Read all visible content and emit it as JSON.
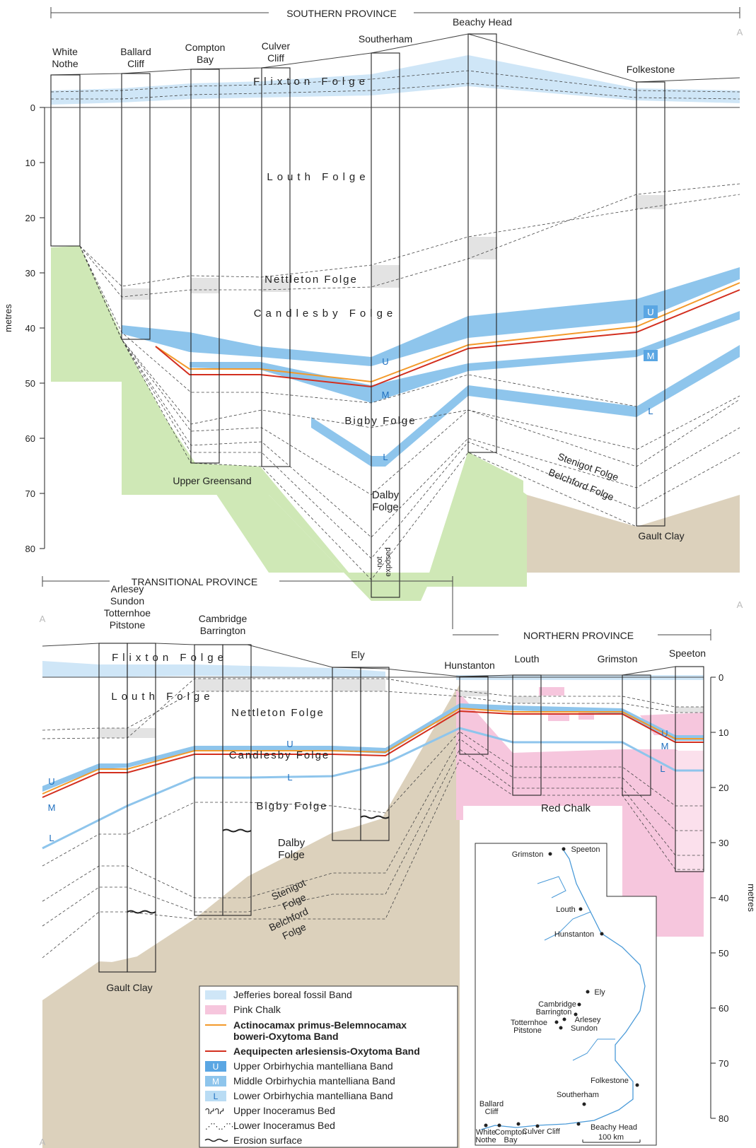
{
  "southern": {
    "title": "SOUTHERN PROVINCE",
    "sections": [
      {
        "l1": "White",
        "l2": "Nothe"
      },
      {
        "l1": "Ballard",
        "l2": "Cliff"
      },
      {
        "l1": "Compton",
        "l2": "Bay"
      },
      {
        "l1": "Culver",
        "l2": "Cliff"
      },
      {
        "l1": "Southerham",
        "l2": ""
      },
      {
        "l1": "Beachy Head",
        "l2": ""
      },
      {
        "l1": "Folkestone",
        "l2": ""
      }
    ],
    "folges": {
      "flixton": "Flixton Folge",
      "louth": "Louth Folge",
      "nettleton": "Nettleton Folge",
      "candlesby": "Candlesby Folge",
      "bigby": "Bigby Folge",
      "dalby1": "Dalby",
      "dalby2": "Folge",
      "stenigot": "Stenigot Folge",
      "belchford": "Belchford Folge"
    },
    "upper_greensand": "Upper Greensand",
    "gault_clay": "Gault Clay",
    "not_exposed1": "not",
    "not_exposed2": "exposed",
    "axis_label": "metres",
    "ticks": [
      "0",
      "10",
      "20",
      "30",
      "40",
      "50",
      "60",
      "70",
      "80"
    ],
    "section_marker": "A",
    "band_u": "U",
    "band_m": "M",
    "band_l": "L"
  },
  "transitional": {
    "title": "TRANSITIONAL PROVINCE",
    "arlesey": [
      "Arlesey",
      "Sundon",
      "Totternhoe",
      "Pitstone"
    ],
    "cambridge": [
      "Cambridge",
      "Barrington"
    ],
    "ely": "Ely",
    "folges": {
      "flixton": "Flixton Folge",
      "louth": "Louth Folge",
      "nettleton": "Nettleton Folge",
      "candlesby": "Candlesby Folge",
      "bigby": "Bigby Folge",
      "dalby1": "Dalby",
      "dalby2": "Folge",
      "stenigot1": "Stenigot",
      "stenigot2": "Folge",
      "belchford1": "Belchford",
      "belchford2": "Folge"
    },
    "gault_clay": "Gault Clay",
    "section_marker": "A"
  },
  "northern": {
    "title": "NORTHERN PROVINCE",
    "sections": [
      "Hunstanton",
      "Louth",
      "Grimston",
      "Speeton"
    ],
    "red_chalk": "Red Chalk",
    "axis_label": "metres",
    "ticks": [
      "0",
      "10",
      "20",
      "30",
      "40",
      "50",
      "60",
      "70",
      "80"
    ]
  },
  "legend": [
    {
      "symbol": "jefferies",
      "text": "Jefferies boreal fossil Band"
    },
    {
      "symbol": "pink",
      "text": "Pink Chalk"
    },
    {
      "symbol": "orange",
      "text": "Actinocamax primus-Belemnocamax"
    },
    {
      "symbol": "none",
      "text": "boweri-Oxytoma Band"
    },
    {
      "symbol": "red",
      "text": "Aequipecten arlesiensis-Oxytoma Band"
    },
    {
      "symbol": "U",
      "text": "Upper Orbirhychia mantelliana Band"
    },
    {
      "symbol": "M",
      "text": "Middle Orbirhychia mantelliana Band"
    },
    {
      "symbol": "L",
      "text": "Lower Orbirhychia mantelliana Band"
    },
    {
      "symbol": "upper-ino",
      "text": "Upper Inoceramus Bed"
    },
    {
      "symbol": "lower-ino",
      "text": "Lower Inoceramus Bed"
    },
    {
      "symbol": "erosion",
      "text": "Erosion surface"
    }
  ],
  "map": {
    "places": [
      "Grimston",
      "Speeton",
      "Louth",
      "Hunstanton",
      "Ely",
      "Cambridge",
      "Barrington",
      "Arlesey",
      "Sundon",
      "Totternhoe",
      "Pitstone",
      "Folkestone",
      "Southerham",
      "Ballard",
      "Cliff",
      "White",
      "Nothe",
      "Compton",
      "Bay",
      "Culver Cliff",
      "Beachy Head"
    ],
    "scale": "100 km"
  },
  "colors": {
    "jefferies": "#cfe6f7",
    "band_blue": "#8ec5ec",
    "band_blue_dark": "#3d8fd6",
    "green": "#cfe8b6",
    "clay": "#dcd1bc",
    "pink": "#f6c6dd",
    "grey": "#e3e3e3",
    "orange": "#f39a2b",
    "red": "#d32f1f"
  }
}
